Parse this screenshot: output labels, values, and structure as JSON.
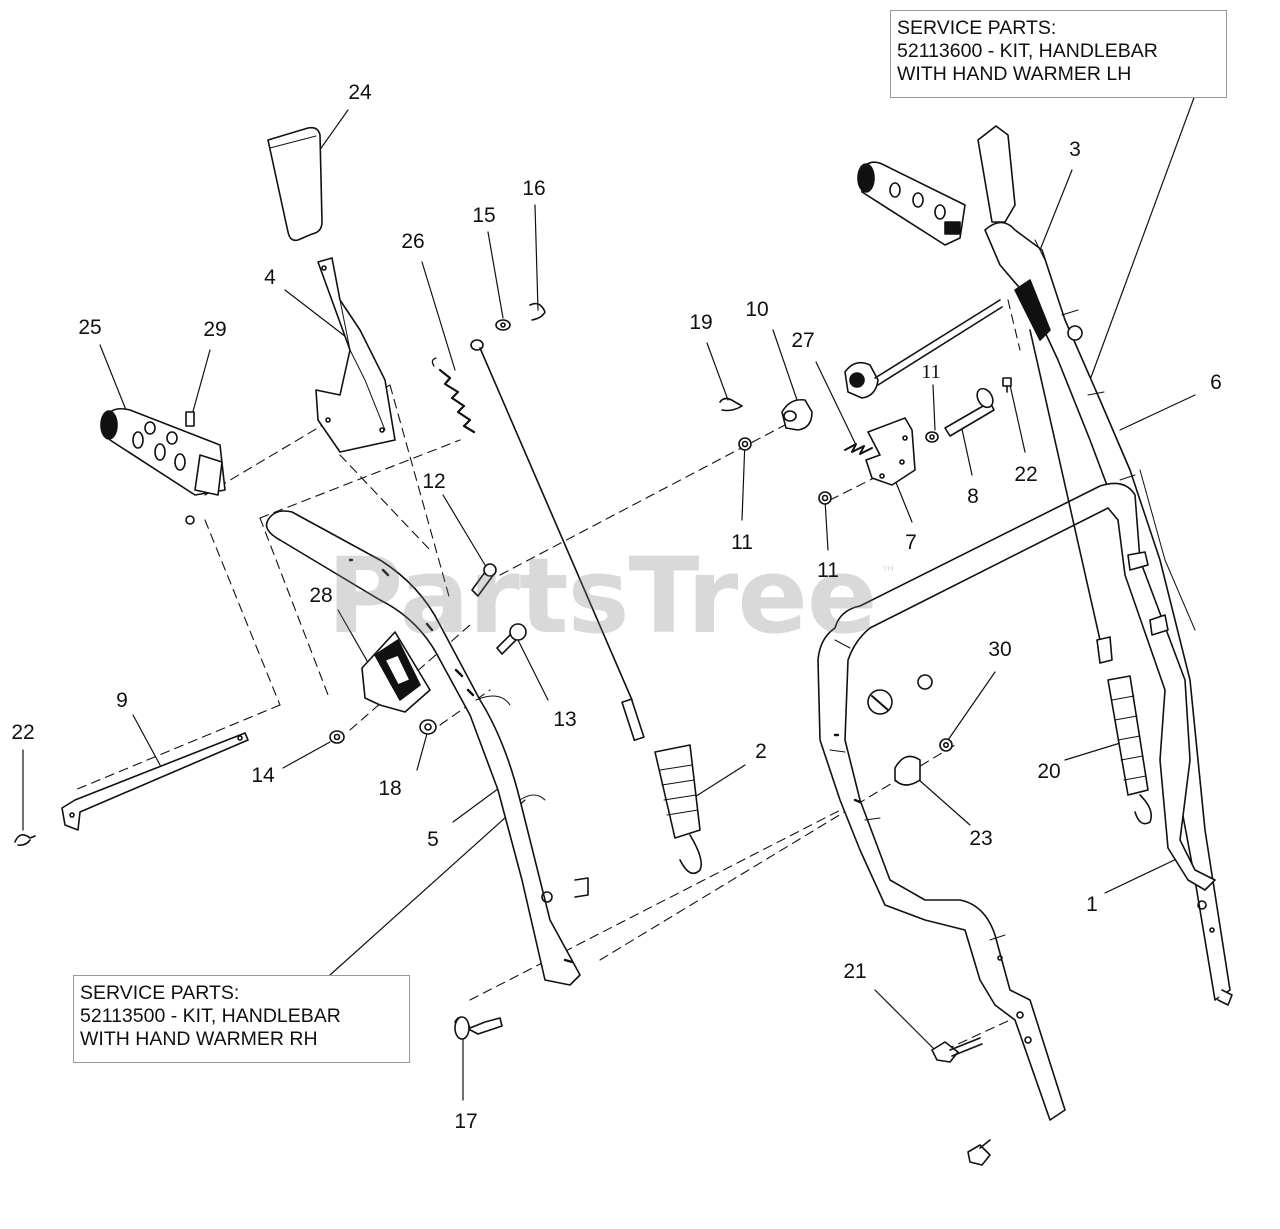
{
  "watermark": {
    "brand": "PartsTree",
    "mark": "™"
  },
  "service_boxes": {
    "left_hand": {
      "line1": "SERVICE PARTS:",
      "line2": "52113600 - KIT, HANDLEBAR",
      "line3": "WITH HAND WARMER LH"
    },
    "right_hand": {
      "line1": "SERVICE PARTS:",
      "line2": "52113500 - KIT, HANDLEBAR",
      "line3": "WITH HAND WARMER RH"
    }
  },
  "callouts": {
    "n1": "1",
    "n2": "2",
    "n3": "3",
    "n4": "4",
    "n5": "5",
    "n6": "6",
    "n7": "7",
    "n8": "8",
    "n9": "9",
    "n10": "10",
    "n11a": "11",
    "n11b": "11",
    "n11c": "11",
    "n12": "12",
    "n13": "13",
    "n14": "14",
    "n15": "15",
    "n16": "16",
    "n17": "17",
    "n18": "18",
    "n19": "19",
    "n20": "20",
    "n21": "21",
    "n22a": "22",
    "n22b": "22",
    "n23": "23",
    "n24": "24",
    "n25": "25",
    "n26": "26",
    "n27": "27",
    "n28": "28",
    "n29": "29",
    "n30": "30"
  }
}
